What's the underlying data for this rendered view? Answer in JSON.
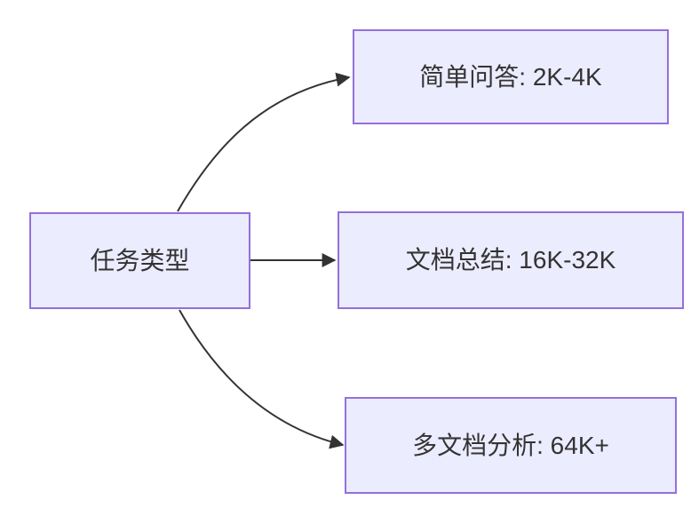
{
  "diagram": {
    "type": "flowchart",
    "direction": "left-to-right",
    "root": {
      "label": "任务类型"
    },
    "branches": [
      {
        "label": "简单问答: 2K-4K"
      },
      {
        "label": "文档总结: 16K-32K"
      },
      {
        "label": "多文档分析: 64K+"
      }
    ],
    "edges": [
      {
        "from": "任务类型",
        "to": "简单问答: 2K-4K",
        "style": "curved-up-arrow"
      },
      {
        "from": "任务类型",
        "to": "文档总结: 16K-32K",
        "style": "straight-arrow"
      },
      {
        "from": "任务类型",
        "to": "多文档分析: 64K+",
        "style": "curved-down-arrow"
      }
    ],
    "colors": {
      "node_fill": "#ECECFF",
      "node_border": "#9370DB",
      "edge": "#333333",
      "text": "#333333",
      "background": "#FFFFFF"
    }
  }
}
